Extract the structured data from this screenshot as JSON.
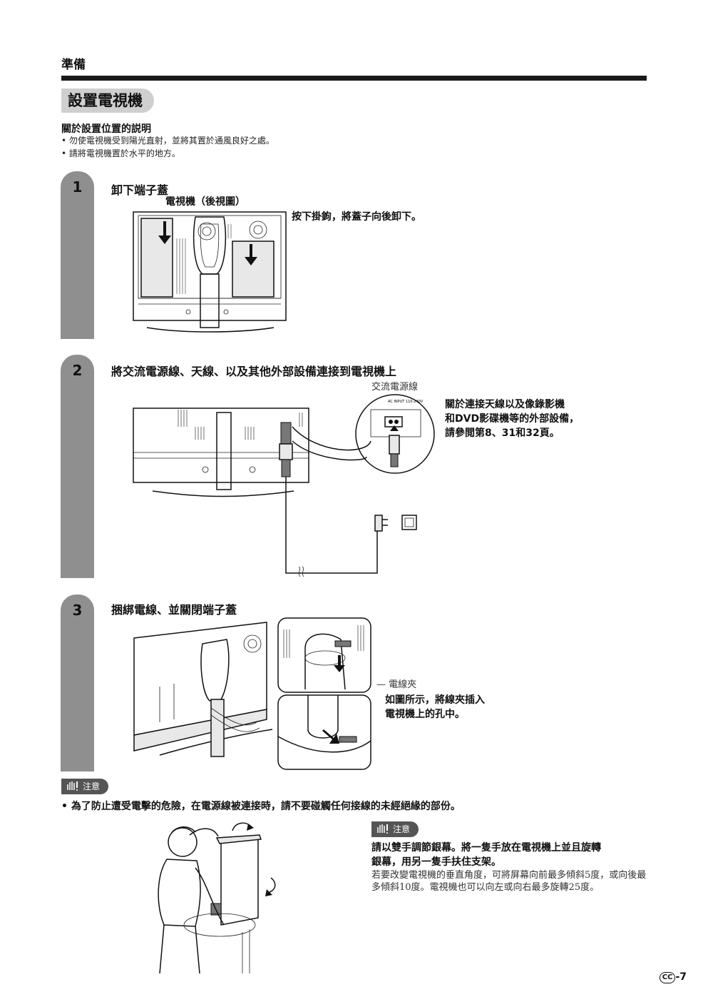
{
  "header": {
    "section_label": "準備"
  },
  "title": "設置電視機",
  "placement": {
    "heading": "關於設置位置的説明",
    "bullets": [
      "勿使電視機受到陽光直射，並將其置於通風良好之處。",
      "請將電視機置於水平的地方。"
    ]
  },
  "steps": [
    {
      "number": "1",
      "title": "卸下端子蓋",
      "figure_caption": "電視機（後視圖）",
      "instruction": "按下掛鉤，將蓋子向後卸下。"
    },
    {
      "number": "2",
      "title": "將交流電源線、天線、以及其他外部設備連接到電視機上",
      "cord_label": "交流電源線",
      "inset_label": "AC INPUT\n110-240V",
      "note_lines": [
        "關於連接天線以及像錄影機",
        "和DVD影碟機等的外部設備，",
        "請參閲第8、31和32頁。"
      ]
    },
    {
      "number": "3",
      "title": "捆綁電線、並關閉端子蓋",
      "clamp_label": "電線夾",
      "note_lines": [
        "如圖所示，將線夾插入",
        "電視機上的孔中。"
      ]
    }
  ],
  "caution": {
    "label": "注意",
    "text": "為了防止遭受電擊的危險，在電源線被連接時，請不要碰觸任何接線的未經絕緣的部份。"
  },
  "note": {
    "label": "注意",
    "bold_lines": [
      "請以雙手調節銀幕。將一隻手放在電視機上並且旋轉",
      "銀幕，用另一隻手扶住支架。"
    ],
    "body": "若要改變電視機的垂直角度，可將屏幕向前最多傾斜5度，或向後最多傾斜10度。電視機也可以向左或向右最多旋轉25度。"
  },
  "footer": {
    "badge": "CC",
    "page": "-7"
  }
}
